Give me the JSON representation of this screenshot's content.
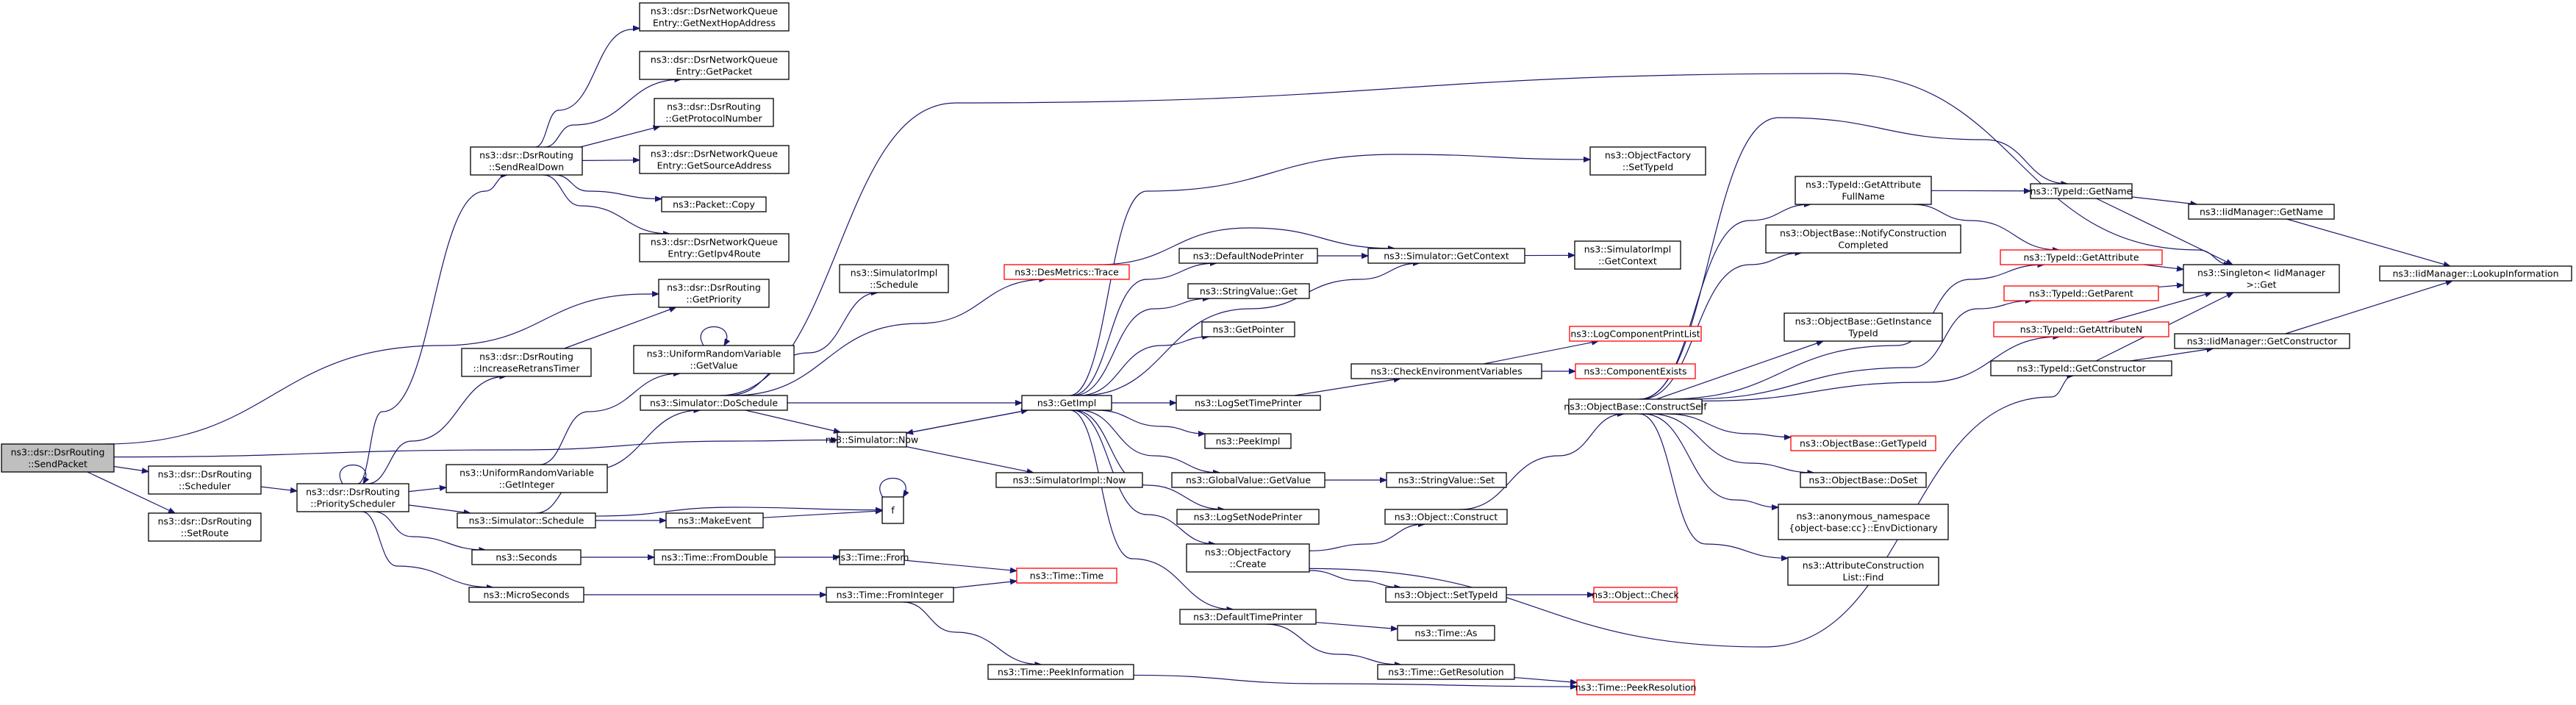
{
  "diagram": {
    "title": "",
    "nodes": [
      {
        "id": "sendpacket",
        "lines": [
          "ns3::dsr::DsrRouting",
          "::SendPacket"
        ],
        "style": "start"
      },
      {
        "id": "scheduler",
        "lines": [
          "ns3::dsr::DsrRouting",
          "::Scheduler"
        ]
      },
      {
        "id": "setroute",
        "lines": [
          "ns3::dsr::DsrRouting",
          "::SetRoute"
        ]
      },
      {
        "id": "priosched",
        "lines": [
          "ns3::dsr::DsrRouting",
          "::PriorityScheduler"
        ]
      },
      {
        "id": "sendrealdown",
        "lines": [
          "ns3::dsr::DsrRouting",
          "::SendRealDown"
        ]
      },
      {
        "id": "increase",
        "lines": [
          "ns3::dsr::DsrRouting",
          "::IncreaseRetransTimer"
        ]
      },
      {
        "id": "uniint",
        "lines": [
          "ns3::UniformRandomVariable",
          "::GetInteger"
        ]
      },
      {
        "id": "simschedule",
        "lines": [
          "ns3::Simulator::Schedule"
        ]
      },
      {
        "id": "seconds",
        "lines": [
          "ns3::Seconds"
        ]
      },
      {
        "id": "micro",
        "lines": [
          "ns3::MicroSeconds"
        ]
      },
      {
        "id": "nexthop",
        "lines": [
          "ns3::dsr::DsrNetworkQueue",
          "Entry::GetNextHopAddress"
        ]
      },
      {
        "id": "getpacket",
        "lines": [
          "ns3::dsr::DsrNetworkQueue",
          "Entry::GetPacket"
        ]
      },
      {
        "id": "protonum",
        "lines": [
          "ns3::dsr::DsrRouting",
          "::GetProtocolNumber"
        ]
      },
      {
        "id": "srcaddr",
        "lines": [
          "ns3::dsr::DsrNetworkQueue",
          "Entry::GetSourceAddress"
        ]
      },
      {
        "id": "pktcopy",
        "lines": [
          "ns3::Packet::Copy"
        ]
      },
      {
        "id": "ipv4route",
        "lines": [
          "ns3::dsr::DsrNetworkQueue",
          "Entry::GetIpv4Route"
        ]
      },
      {
        "id": "getprio",
        "lines": [
          "ns3::dsr::DsrRouting",
          "::GetPriority"
        ]
      },
      {
        "id": "univalue",
        "lines": [
          "ns3::UniformRandomVariable",
          "::GetValue"
        ]
      },
      {
        "id": "doschedule",
        "lines": [
          "ns3::Simulator::DoSchedule"
        ]
      },
      {
        "id": "simnow",
        "lines": [
          "ns3::Simulator::Now"
        ]
      },
      {
        "id": "makeevent",
        "lines": [
          "ns3::MakeEvent"
        ]
      },
      {
        "id": "f",
        "lines": [
          "f"
        ]
      },
      {
        "id": "fromdouble",
        "lines": [
          "ns3::Time::FromDouble"
        ]
      },
      {
        "id": "timefrom",
        "lines": [
          "ns3::Time::From"
        ]
      },
      {
        "id": "fromint",
        "lines": [
          "ns3::Time::FromInteger"
        ]
      },
      {
        "id": "peekinfo",
        "lines": [
          "ns3::Time::PeekInformation"
        ]
      },
      {
        "id": "timetime",
        "lines": [
          "ns3::Time::Time"
        ],
        "style": "red"
      },
      {
        "id": "implsched",
        "lines": [
          "ns3::SimulatorImpl",
          "::Schedule"
        ]
      },
      {
        "id": "desmetrics",
        "lines": [
          "ns3::DesMetrics::Trace"
        ],
        "style": "red"
      },
      {
        "id": "getimpl",
        "lines": [
          "ns3::GetImpl"
        ]
      },
      {
        "id": "implnow",
        "lines": [
          "ns3::SimulatorImpl::Now"
        ]
      },
      {
        "id": "defnode",
        "lines": [
          "ns3::DefaultNodePrinter"
        ]
      },
      {
        "id": "strget",
        "lines": [
          "ns3::StringValue::Get"
        ]
      },
      {
        "id": "getpointer",
        "lines": [
          "ns3::GetPointer"
        ]
      },
      {
        "id": "logsettime",
        "lines": [
          "ns3::LogSetTimePrinter"
        ]
      },
      {
        "id": "peekimpl",
        "lines": [
          "ns3::PeekImpl"
        ]
      },
      {
        "id": "globalget",
        "lines": [
          "ns3::GlobalValue::GetValue"
        ]
      },
      {
        "id": "logsetnode",
        "lines": [
          "ns3::LogSetNodePrinter"
        ]
      },
      {
        "id": "ofcreate",
        "lines": [
          "ns3::ObjectFactory",
          "::Create"
        ]
      },
      {
        "id": "deftime",
        "lines": [
          "ns3::DefaultTimePrinter"
        ]
      },
      {
        "id": "getcontext",
        "lines": [
          "ns3::Simulator::GetContext"
        ]
      },
      {
        "id": "implctx",
        "lines": [
          "ns3::SimulatorImpl",
          "::GetContext"
        ]
      },
      {
        "id": "checkenv",
        "lines": [
          "ns3::CheckEnvironmentVariables"
        ]
      },
      {
        "id": "strset",
        "lines": [
          "ns3::StringValue::Set"
        ]
      },
      {
        "id": "objconstruct",
        "lines": [
          "ns3::Object::Construct"
        ]
      },
      {
        "id": "objsettype",
        "lines": [
          "ns3::Object::SetTypeId"
        ]
      },
      {
        "id": "timeas",
        "lines": [
          "ns3::Time::As"
        ]
      },
      {
        "id": "getres",
        "lines": [
          "ns3::Time::GetResolution"
        ]
      },
      {
        "id": "ofsettype",
        "lines": [
          "ns3::ObjectFactory",
          "::SetTypeId"
        ]
      },
      {
        "id": "logcomp",
        "lines": [
          "ns3::LogComponentPrintList"
        ],
        "style": "red"
      },
      {
        "id": "compexists",
        "lines": [
          "ns3::ComponentExists"
        ],
        "style": "red"
      },
      {
        "id": "constructself",
        "lines": [
          "ns3::ObjectBase::ConstructSelf"
        ]
      },
      {
        "id": "objcheck",
        "lines": [
          "ns3::Object::Check"
        ],
        "style": "red"
      },
      {
        "id": "peekres",
        "lines": [
          "ns3::Time::PeekResolution"
        ],
        "style": "red"
      },
      {
        "id": "attrfull",
        "lines": [
          "ns3::TypeId::GetAttribute",
          "FullName"
        ]
      },
      {
        "id": "notify",
        "lines": [
          "ns3::ObjectBase::NotifyConstruction",
          "Completed"
        ]
      },
      {
        "id": "insttype",
        "lines": [
          "ns3::ObjectBase::GetInstance",
          "TypeId"
        ]
      },
      {
        "id": "obgettype",
        "lines": [
          "ns3::ObjectBase::GetTypeId"
        ],
        "style": "red"
      },
      {
        "id": "doset",
        "lines": [
          "ns3::ObjectBase::DoSet"
        ]
      },
      {
        "id": "anon",
        "lines": [
          "ns3::anonymous_namespace",
          "{object-base:cc}::EnvDictionary"
        ]
      },
      {
        "id": "attrfind",
        "lines": [
          "ns3::AttributeConstruction",
          "List::Find"
        ]
      },
      {
        "id": "getname",
        "lines": [
          "ns3::TypeId::GetName"
        ]
      },
      {
        "id": "getattr",
        "lines": [
          "ns3::TypeId::GetAttribute"
        ],
        "style": "red"
      },
      {
        "id": "getparent",
        "lines": [
          "ns3::TypeId::GetParent"
        ],
        "style": "red"
      },
      {
        "id": "getattrn",
        "lines": [
          "ns3::TypeId::GetAttributeN"
        ],
        "style": "red"
      },
      {
        "id": "getctor",
        "lines": [
          "ns3::TypeId::GetConstructor"
        ]
      },
      {
        "id": "iidname",
        "lines": [
          "ns3::IidManager::GetName"
        ]
      },
      {
        "id": "singleton",
        "lines": [
          "ns3::Singleton< IidManager",
          ">::Get"
        ]
      },
      {
        "id": "iidctor",
        "lines": [
          "ns3::IidManager::GetConstructor"
        ]
      },
      {
        "id": "lookup",
        "lines": [
          "ns3::IidManager::LookupInformation"
        ]
      }
    ]
  }
}
